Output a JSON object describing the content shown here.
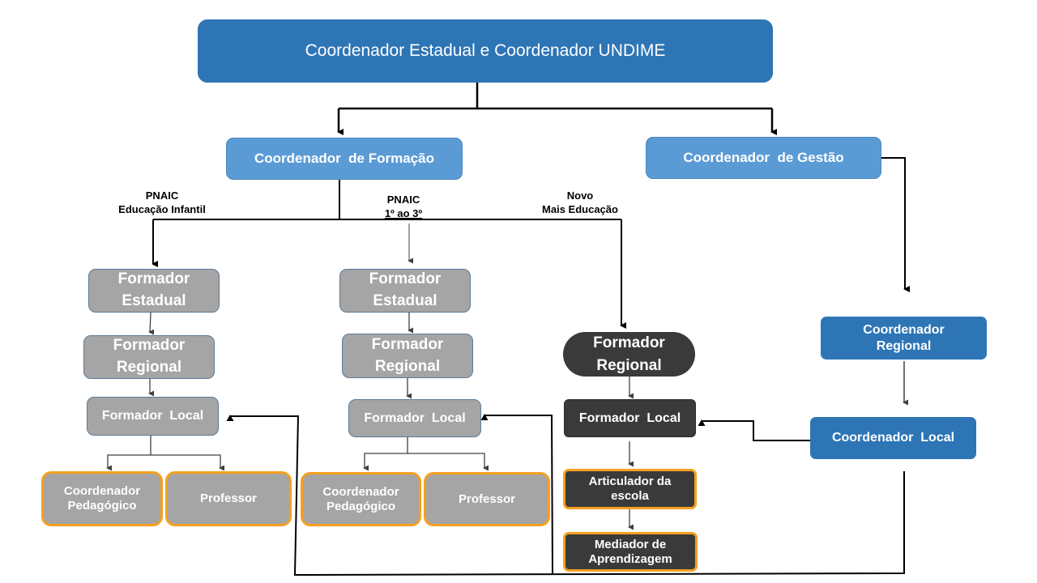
{
  "top": {
    "title": "Coordenador Estadual e Coordenador UNDIME"
  },
  "level2": {
    "formacao": "Coordenador  de Formação",
    "gestao": "Coordenador  de Gestão"
  },
  "branch_labels": {
    "infantil": {
      "line1": "PNAIC",
      "line2": "Educação Infantil"
    },
    "fundamental": {
      "line1": "PNAIC",
      "line2": "1º ao 3º"
    },
    "novo": {
      "line1": "Novo",
      "line2": "Mais Educação"
    }
  },
  "column_infantil": {
    "estadual": "Formador Estadual",
    "regional": "Formador Regional",
    "local": "Formador  Local",
    "coord_ped": "Coordenador Pedagógico",
    "professor": "Professor"
  },
  "column_fundamental": {
    "estadual": "Formador Estadual",
    "regional": "Formador Regional",
    "local": "Formador  Local",
    "coord_ped": "Coordenador Pedagógico",
    "professor": "Professor"
  },
  "column_novo": {
    "regional": "Formador Regional",
    "local": "Formador  Local",
    "articulador": "Articulador da escola",
    "mediador": "Mediador de Aprendizagem"
  },
  "column_gestao": {
    "regional": "Coordenador Regional",
    "local": "Coordenador  Local"
  },
  "colors": {
    "primary_blue": "#2e75b6",
    "light_blue": "#5b9bd5",
    "gray": "#a5a5a5",
    "dark": "#3a3a3a",
    "accent_orange": "#f5a01f"
  }
}
